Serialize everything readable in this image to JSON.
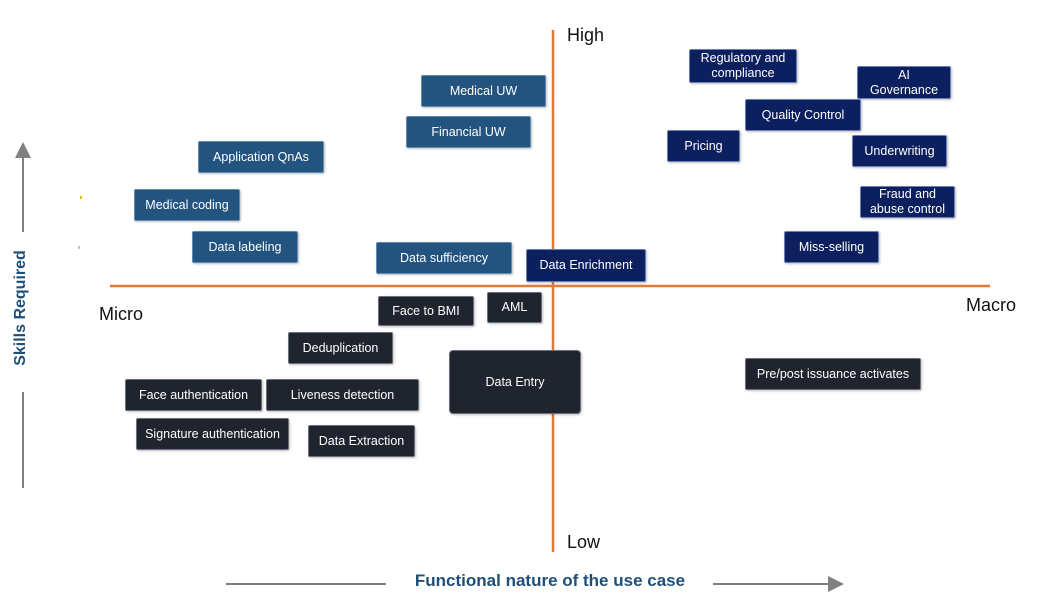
{
  "axes": {
    "high_label": "High",
    "low_label": "Low",
    "micro_label": "Micro",
    "macro_label": "Macro",
    "y_title": "Skills Required",
    "x_title": "Functional nature of the use case",
    "axis_color": "#e07b39",
    "arrow_color": "#7f7f7f",
    "title_color": "#1f4e79"
  },
  "colors": {
    "steel_box": "#23537f",
    "navy_box": "#0c1f5f",
    "dark_box": "#20242e"
  },
  "boxes": [
    {
      "id": "medical-uw",
      "label": "Medical UW",
      "style": "steel"
    },
    {
      "id": "financial-uw",
      "label": "Financial UW",
      "style": "steel"
    },
    {
      "id": "application-qnas",
      "label": "Application QnAs",
      "style": "steel"
    },
    {
      "id": "medical-coding",
      "label": "Medical coding",
      "style": "steel"
    },
    {
      "id": "data-labeling",
      "label": "Data labeling",
      "style": "steel"
    },
    {
      "id": "data-sufficiency",
      "label": "Data sufficiency",
      "style": "steel"
    },
    {
      "id": "regulatory-compliance",
      "label": "Regulatory and compliance",
      "style": "navy"
    },
    {
      "id": "ai-governance",
      "label": "AI Governance",
      "style": "navy"
    },
    {
      "id": "quality-control",
      "label": "Quality Control",
      "style": "navy"
    },
    {
      "id": "pricing",
      "label": "Pricing",
      "style": "navy"
    },
    {
      "id": "underwriting",
      "label": "Underwriting",
      "style": "navy"
    },
    {
      "id": "fraud-abuse-control",
      "label": "Fraud and abuse control",
      "style": "navy"
    },
    {
      "id": "miss-selling",
      "label": "Miss-selling",
      "style": "navy"
    },
    {
      "id": "data-enrichment",
      "label": "Data Enrichment",
      "style": "navy"
    },
    {
      "id": "face-to-bmi",
      "label": "Face to BMI",
      "style": "dark"
    },
    {
      "id": "aml",
      "label": "AML",
      "style": "dark"
    },
    {
      "id": "deduplication",
      "label": "Deduplication",
      "style": "dark"
    },
    {
      "id": "face-authentication",
      "label": "Face authentication",
      "style": "dark"
    },
    {
      "id": "liveness-detection",
      "label": "Liveness detection",
      "style": "dark"
    },
    {
      "id": "data-entry",
      "label": "Data Entry",
      "style": "dark"
    },
    {
      "id": "signature-authentication",
      "label": "Signature authentication",
      "style": "dark"
    },
    {
      "id": "data-extraction",
      "label": "Data Extraction",
      "style": "dark"
    },
    {
      "id": "pre-post-issuance",
      "label": "Pre/post issuance activates",
      "style": "dark"
    }
  ]
}
